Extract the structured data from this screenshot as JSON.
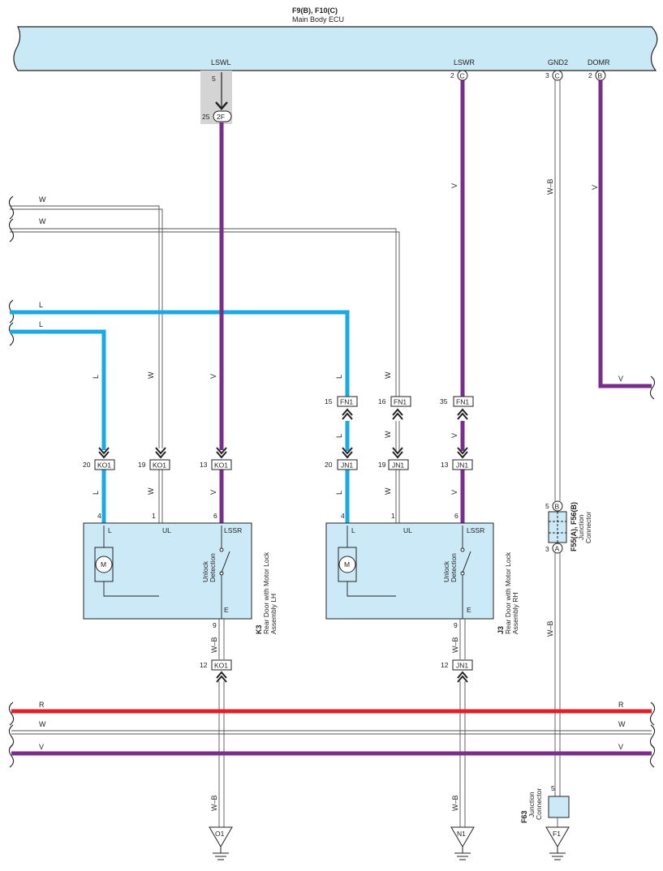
{
  "ecu": {
    "connectors": "F9(B), F10(C)",
    "name": "Main Body ECU"
  },
  "ecu_terminals": {
    "lswl": {
      "name": "LSWL",
      "pin": "5"
    },
    "lswr": {
      "name": "LSWR",
      "pin": "2",
      "connector": "C"
    },
    "gnd2": {
      "name": "GND2",
      "pin": "3",
      "connector": "C"
    },
    "domr": {
      "name": "DOMR",
      "pin": "2",
      "connector": "B"
    }
  },
  "junction_2f": {
    "pin": "25",
    "id": "2F"
  },
  "wire_colors": {
    "white": "W",
    "blue": "L",
    "violet": "V",
    "red": "R",
    "white_black": "W–B"
  },
  "colors": {
    "violet": "#7b2d8e",
    "blue": "#1ba9e6",
    "red": "#e41f26",
    "ecu_fill": "#c9e9f6",
    "component_fill": "#cbe9f7",
    "shade": "#d4d4d4"
  },
  "left_door": {
    "ref": "K3",
    "name": "Rear Door with Motor Lock",
    "name2": "Assembly LH",
    "pins": {
      "L": "4",
      "UL": "1",
      "LSSR": "6",
      "E": "9"
    },
    "terms": {
      "L": "L",
      "UL": "UL",
      "LSSR": "LSSR",
      "E": "E"
    },
    "conn": {
      "l": "KO1",
      "w": "KO1",
      "v": "KO1",
      "pl": "20",
      "pw": "19",
      "pv": "13",
      "gnd": "KO1",
      "pg": "12"
    },
    "switch_label": [
      "Unlock",
      "Detection"
    ],
    "motor": "M",
    "ground": "O1"
  },
  "right_door": {
    "ref": "J3",
    "name": "Rear Door with Motor Lock",
    "name2": "Assembly RH",
    "pins": {
      "L": "4",
      "UL": "1",
      "LSSR": "6",
      "E": "9"
    },
    "terms": {
      "L": "L",
      "UL": "UL",
      "LSSR": "LSSR",
      "E": "E"
    },
    "conn_top": {
      "l": "FN1",
      "w": "FN1",
      "v": "FN1",
      "pl": "15",
      "pw": "16",
      "pv": "35"
    },
    "conn": {
      "l": "JN1",
      "w": "JN1",
      "v": "JN1",
      "pl": "20",
      "pw": "19",
      "pv": "13",
      "gnd": "JN1",
      "pg": "12"
    },
    "switch_label": [
      "Unlock",
      "Detection"
    ],
    "motor": "M",
    "ground": "N1"
  },
  "junction_f55": {
    "label": "F55(A), F56(B)",
    "desc1": "Junction",
    "desc2": "Connector",
    "pin_b": "5",
    "b": "B",
    "pin_a": "3",
    "a": "A"
  },
  "junction_f63": {
    "ref": "F63",
    "desc1": "Junction",
    "desc2": "Connector",
    "pin": "5",
    "ground": "F1"
  }
}
